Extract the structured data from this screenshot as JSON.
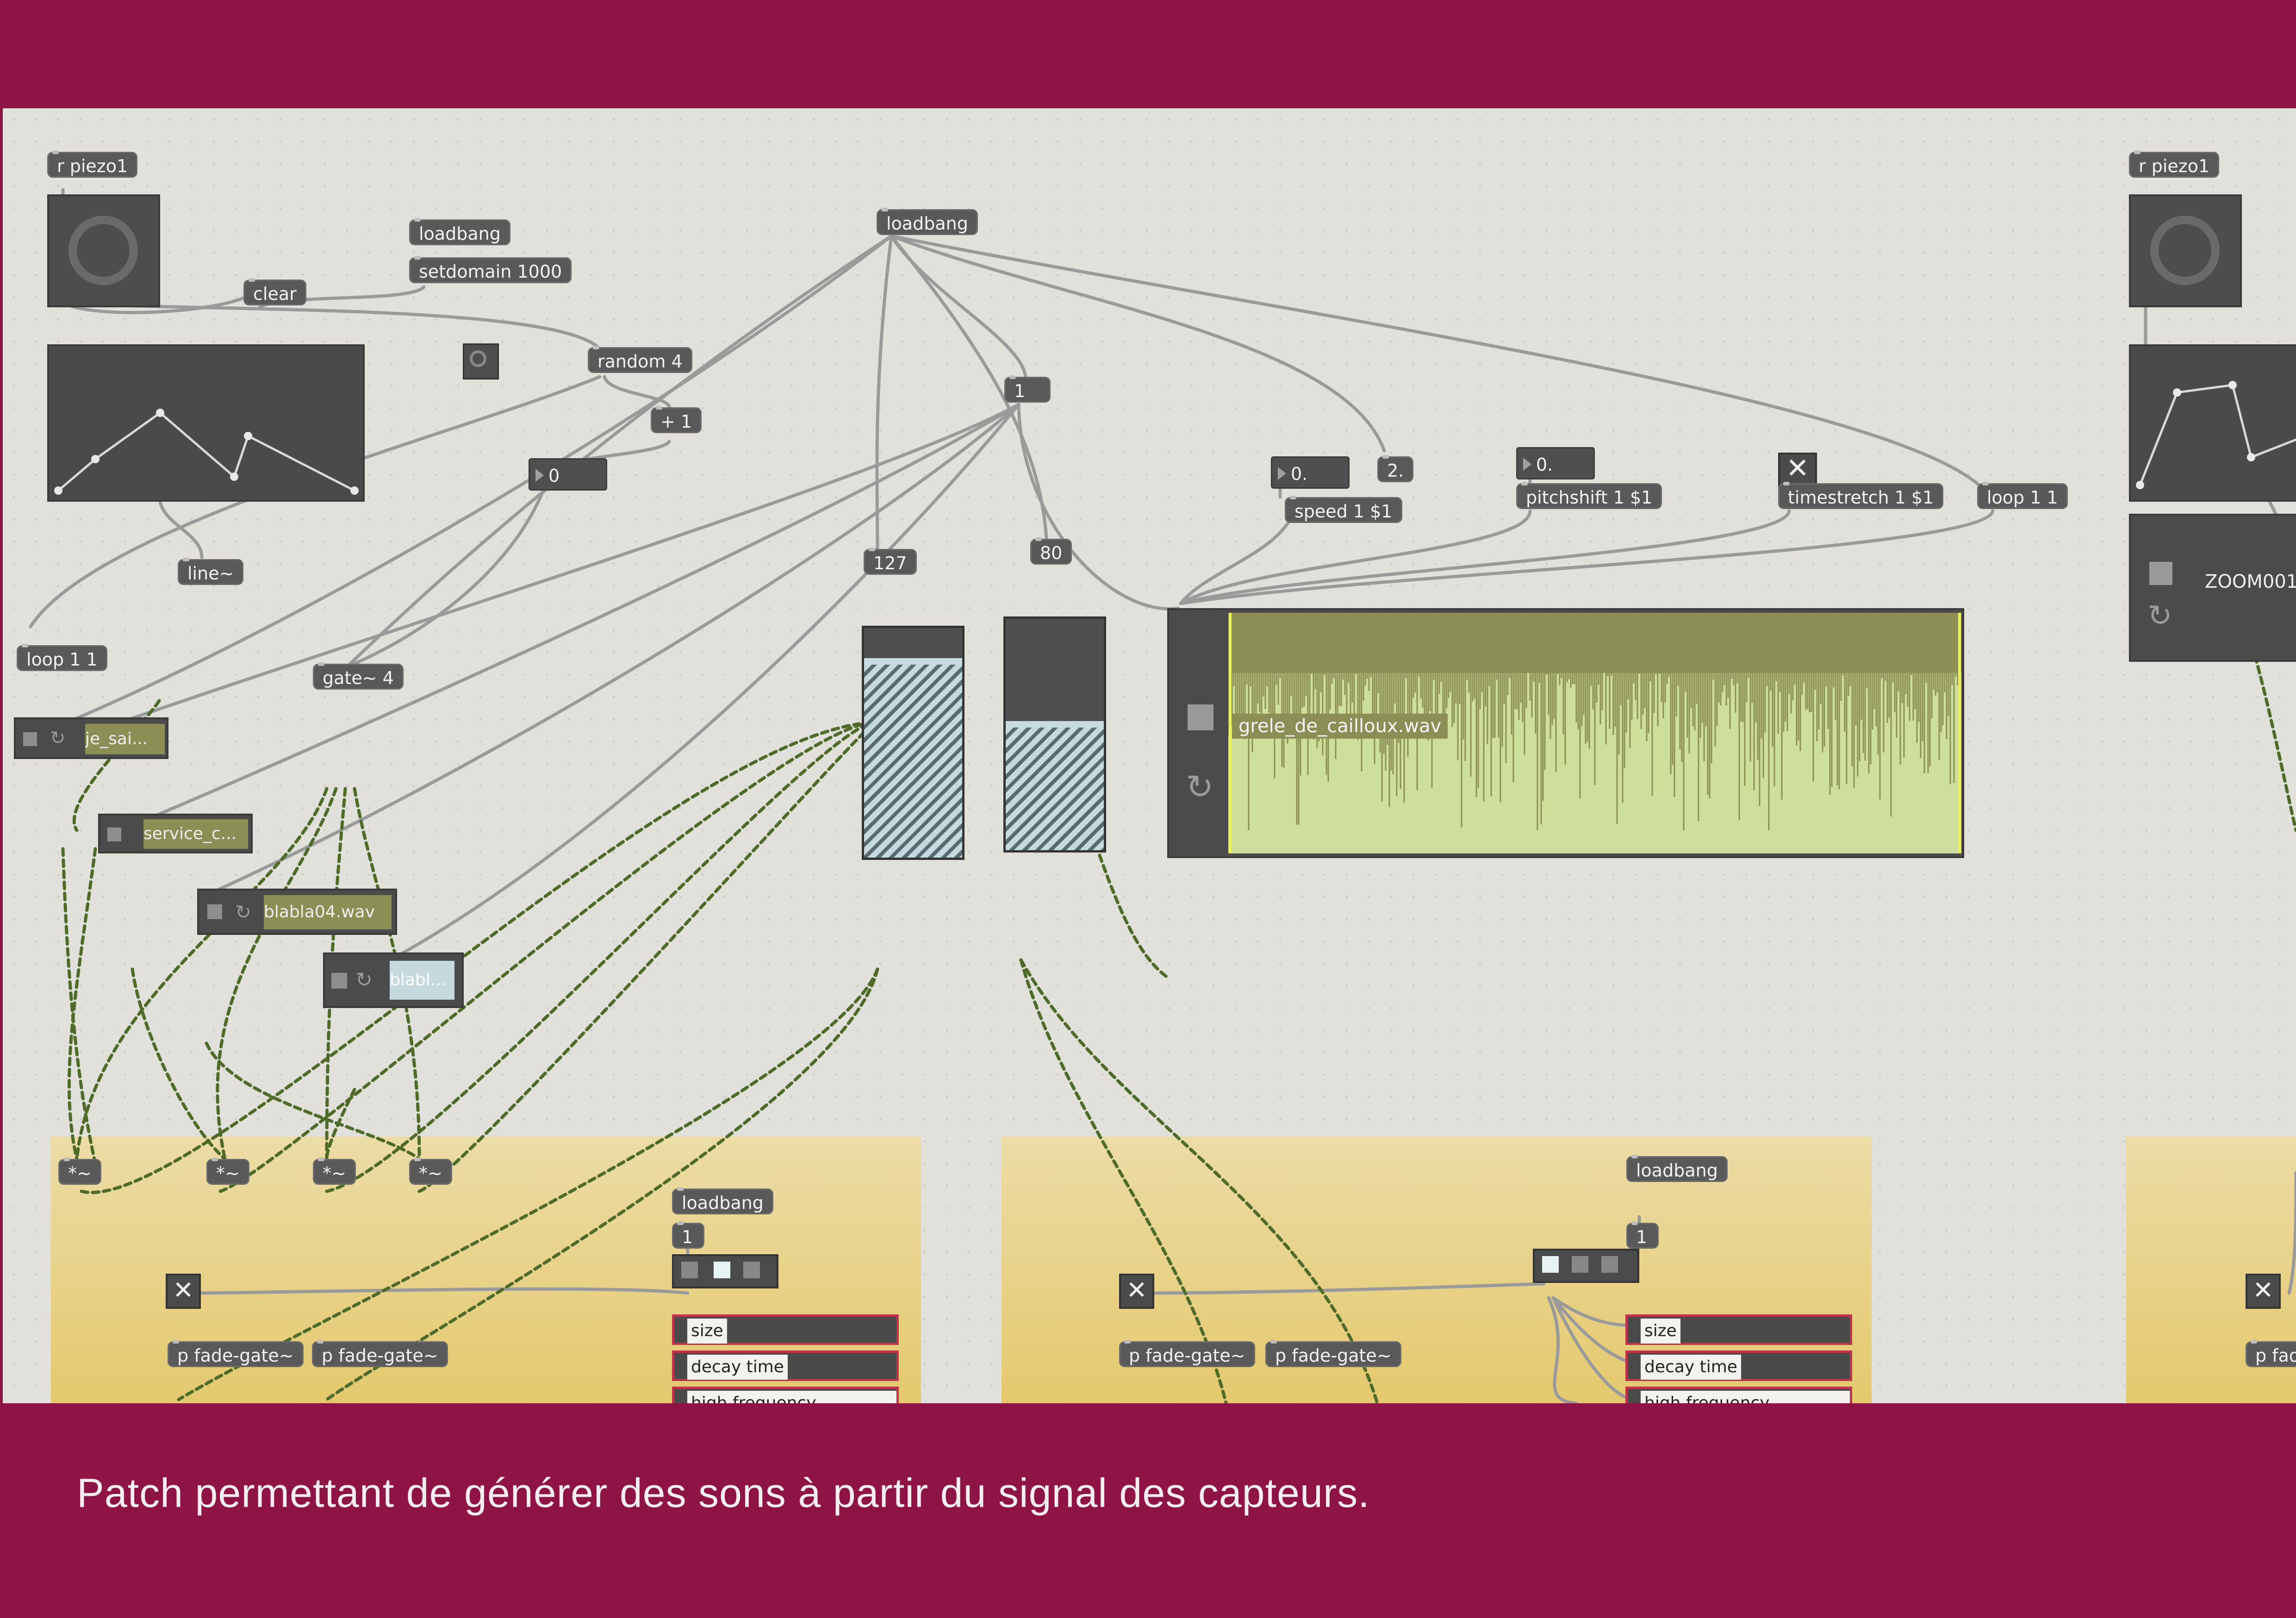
{
  "caption": "Patch permettant de générer des sons à partir du signal des capteurs.",
  "objects": {
    "r_piezo1_left": "r piezo1",
    "r_piezo1_right": "r piezo1",
    "loadbang_left": "loadbang",
    "setdomain": "setdomain 1000",
    "clear": "clear",
    "random": "random 4",
    "plus1": "+ 1",
    "line": "line~",
    "gate": "gate~ 4",
    "loop_left": "loop 1 1",
    "loadbang_main": "loadbang",
    "msg_one": "1",
    "speed": "speed 1 $1",
    "pitchshift": "pitchshift 1 $1",
    "timestretch": "timestretch 1 $1",
    "loop_right": "loop 1 1",
    "msg_two": "2.",
    "times1": "*~",
    "times2": "*~",
    "times3": "*~",
    "times4": "*~",
    "loadbang_panel1": "loadbang",
    "loadbang_panel2": "loadbang",
    "one_panel1": "1",
    "one_panel2": "1",
    "fadegate1": "p fade-gate~",
    "fadegate2": "p fade-gate~",
    "fadegate3": "p fade-gate~",
    "fadegate4": "p fade-gate~",
    "fadegate5": "p fad"
  },
  "numbers": {
    "zero": "0",
    "n127": "127",
    "n80": "80",
    "speed_num": "0.",
    "pitch_num": "0."
  },
  "players": {
    "je_sai": "je_sai...",
    "service": "service_c...",
    "blabla04": "blabla04.wav",
    "blabl": "blabl...",
    "grele": "grele_de_cailloux.wav",
    "zoom": "ZOOM001"
  },
  "params": {
    "size": "size",
    "decay": "decay time",
    "hfd": "high frequency damping"
  },
  "colors": {
    "frame": "#8e1446",
    "canvas": "#e2e0da",
    "object": "#595959",
    "patchcord": "#9a9a9a",
    "signal_cord": "#4f6b2a",
    "waveform_bg": "#cddf9a",
    "waveform_fg": "#8b8f55",
    "panel": "#e3c86b",
    "param_border": "#c0334a"
  },
  "icons": [
    "loop-icon",
    "toggle-x-icon",
    "dial-ring-icon",
    "play-square-icon"
  ]
}
